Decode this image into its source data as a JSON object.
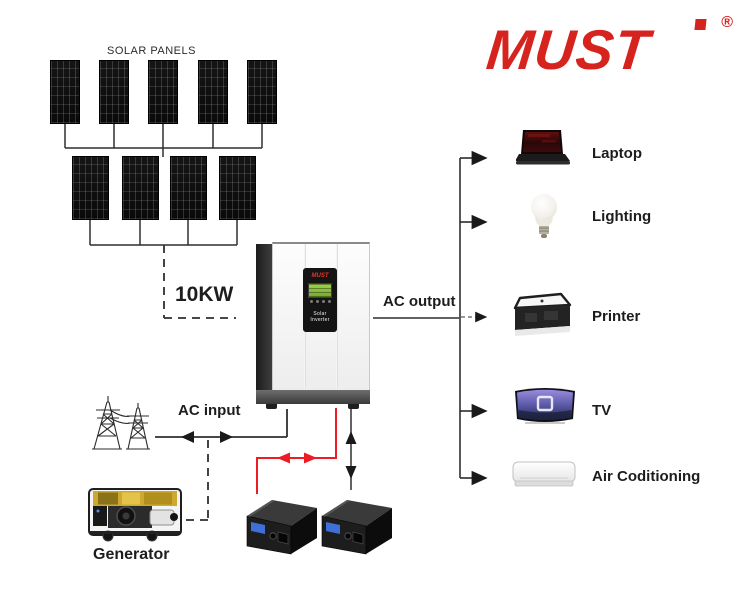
{
  "brand": {
    "name": "MUST",
    "registered_mark": "®"
  },
  "solar_array": {
    "label": "SOLAR PANELS",
    "row1_panel_count": 5,
    "row2_panel_count": 4,
    "capacity": "10KW"
  },
  "inverter": {
    "display_brand": "MUST",
    "display_type": "Solar Inverter"
  },
  "ac_output": {
    "label": "AC output",
    "devices": [
      {
        "name": "Laptop"
      },
      {
        "name": "Lighting"
      },
      {
        "name": "Printer"
      },
      {
        "name": "TV"
      },
      {
        "name": "Air Coditioning"
      }
    ]
  },
  "ac_input": {
    "label": "AC input",
    "generator_label": "Generator"
  },
  "colors": {
    "logo_red": "#d7231e",
    "battery_wire_red": "#ed1c24",
    "wire_dark": "#2f2f2f"
  }
}
